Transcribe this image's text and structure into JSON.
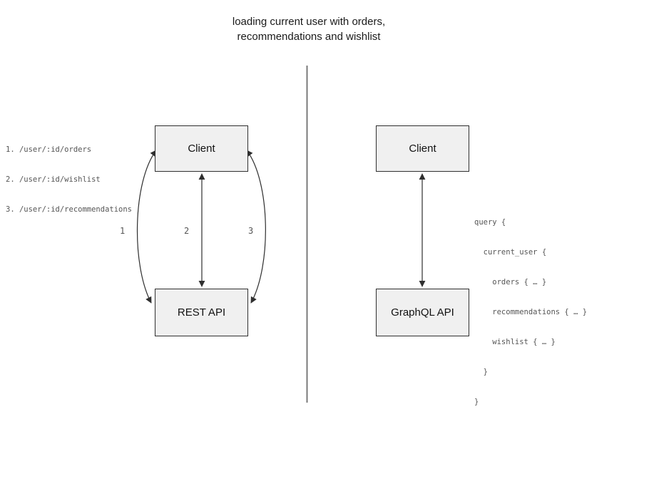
{
  "title": {
    "lines": [
      "loading current user with orders,",
      "recommendations and wishlist"
    ]
  },
  "rest_diagram": {
    "endpoints": [
      "1. /user/:id/orders",
      "2. /user/:id/wishlist",
      "3. /user/:id/recommendations"
    ],
    "client_box_label": "Client",
    "api_box_label": "REST API",
    "arrow_labels": [
      "1",
      "2",
      "3"
    ]
  },
  "graphql_diagram": {
    "client_box_label": "Client",
    "api_box_label": "GraphQL API",
    "query_lines": [
      "query {",
      "  current_user {",
      "    orders { … }",
      "    recommendations { … }",
      "    wishlist { … }",
      "  }",
      "}"
    ]
  },
  "colors": {
    "box_fill": "#f0f0f0",
    "box_border": "#2f2f2f",
    "arrow": "#2f2f2f",
    "muted_text": "#555555",
    "divider": "#6e6e6e",
    "title_text": "#1a1a1a"
  }
}
